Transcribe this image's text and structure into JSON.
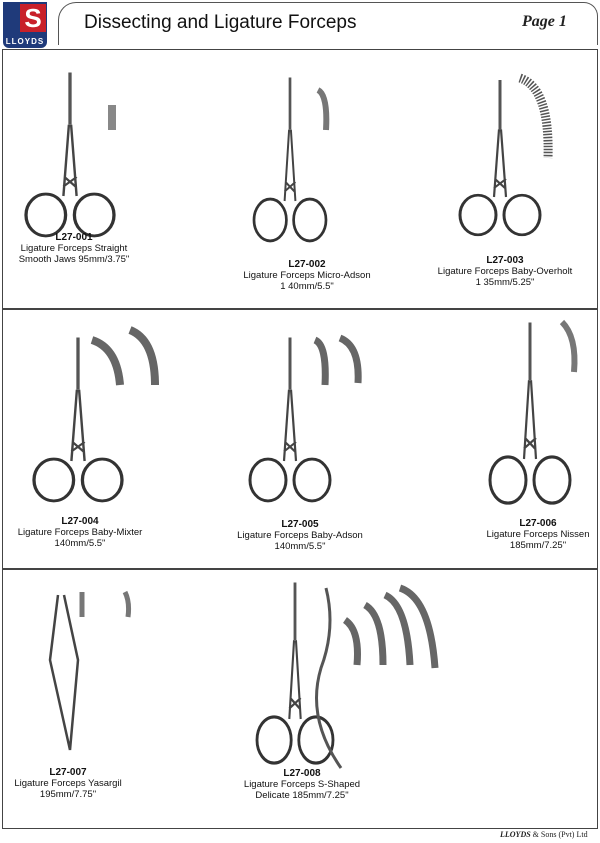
{
  "header": {
    "logo_text": "LLOYDS",
    "logo_letter": "S",
    "title": "Dissecting and Ligature Forceps",
    "page": "Page 1"
  },
  "items": [
    {
      "code": "L27-001",
      "line1": "Ligature Forceps Straight",
      "line2": "Smooth Jaws 95mm/3.75\""
    },
    {
      "code": "L27-002",
      "line1": "Ligature Forceps Micro-Adson",
      "line2": "1  40mm/5.5\""
    },
    {
      "code": "L27-003",
      "line1": "Ligature Forceps Baby-Overholt",
      "line2": "1   35mm/5.25\""
    },
    {
      "code": "L27-004",
      "line1": "Ligature Forceps Baby-Mixter",
      "line2": "140mm/5.5\""
    },
    {
      "code": "L27-005",
      "line1": "Ligature Forceps Baby-Adson",
      "line2": "140mm/5.5\""
    },
    {
      "code": "L27-006",
      "line1": "Ligature Forceps Nissen",
      "line2": "185mm/7.25\""
    },
    {
      "code": "L27-007",
      "line1": "Ligature Forceps Yasargil",
      "line2": "195mm/7.75\""
    },
    {
      "code": "L27-008",
      "line1": "Ligature Forceps S-Shaped",
      "line2": "Delicate 185mm/7.25\""
    }
  ],
  "footer": {
    "brand": "LLOYDS",
    "rest": " & Sons (Pvt) Ltd"
  }
}
